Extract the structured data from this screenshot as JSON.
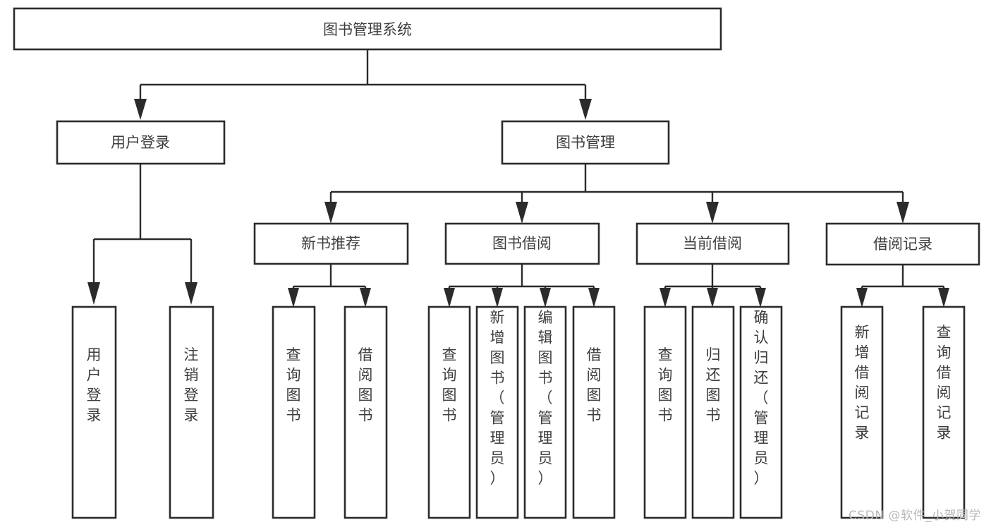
{
  "diagram": {
    "title": "图书管理系统",
    "type": "tree-hierarchy",
    "watermark": "CSDN @软件_小贺同学",
    "colors": {
      "background": "#ffffff",
      "box_border": "#2b2b2b",
      "box_fill": "#ffffff",
      "text": "#3d3d3d",
      "connector": "#2b2b2b",
      "watermark": "#b9b9b9"
    },
    "root": {
      "label": "图书管理系统"
    },
    "level2": [
      {
        "label": "用户登录"
      },
      {
        "label": "图书管理"
      }
    ],
    "level3": [
      {
        "label": "新书推荐"
      },
      {
        "label": "图书借阅"
      },
      {
        "label": "当前借阅"
      },
      {
        "label": "借阅记录"
      }
    ],
    "leaves": {
      "user_login": [
        {
          "label": "用户登录"
        },
        {
          "label": "注销登录"
        }
      ],
      "new_book_recommend": [
        {
          "label": "查询图书"
        },
        {
          "label": "借阅图书"
        }
      ],
      "book_borrow": [
        {
          "label": "查询图书"
        },
        {
          "label": "新增图书（管理员）"
        },
        {
          "label": "编辑图书（管理员）"
        },
        {
          "label": "借阅图书"
        }
      ],
      "current_borrow": [
        {
          "label": "查询图书"
        },
        {
          "label": "归还图书"
        },
        {
          "label": "确认归还（管理员）"
        }
      ],
      "borrow_record": [
        {
          "label": "新增借阅记录"
        },
        {
          "label": "查询借阅记录"
        }
      ]
    }
  }
}
